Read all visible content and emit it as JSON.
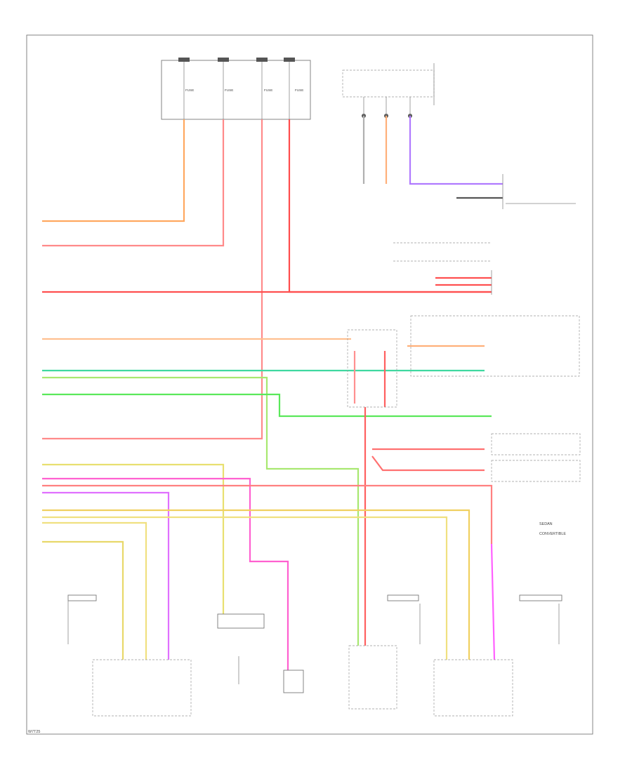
{
  "footer_code": "W7T25",
  "fuse_block": {
    "fuse_labels": [
      "FUSE",
      "FUSE",
      "FUSE",
      "FUSE"
    ]
  },
  "legend": {
    "items": [
      "SEDAN",
      "CONVERTIBLE"
    ]
  },
  "colors": {
    "red": "#ff4d4d",
    "pink": "#ff8a8a",
    "orange": "#ff9a4d",
    "peach": "#ffb07a",
    "yellow": "#f3d14a",
    "lightyellow": "#efe27a",
    "green": "#4be14b",
    "lightgreen": "#9aef7a",
    "magenta": "#f060f0",
    "violet": "#9a7aff",
    "blue": "#6a6aff",
    "gray": "#9a9a9a",
    "black": "#333333"
  }
}
